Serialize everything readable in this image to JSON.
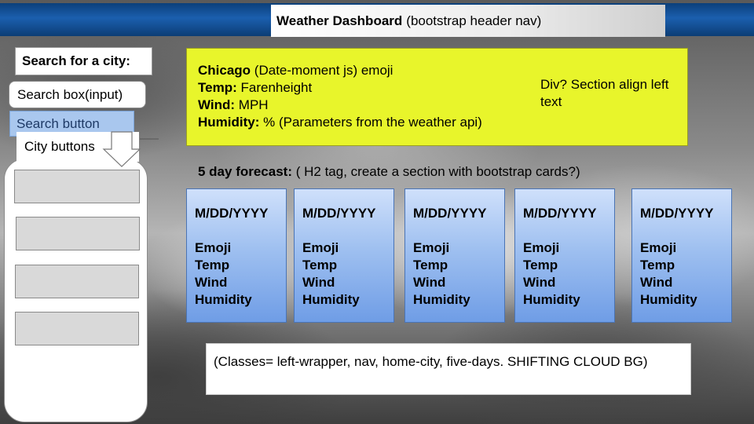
{
  "header": {
    "title_bold": "Weather Dashboard",
    "title_note": "(bootstrap header nav)"
  },
  "left_wrapper": {
    "search_label": "Search for a city:",
    "search_input_text": "Search box(input)",
    "search_button_label": "Search button",
    "city_buttons_label": "City buttons",
    "city_buttons": [
      "",
      "",
      "",
      ""
    ]
  },
  "home_city": {
    "city_bold": "Chicago",
    "city_note": "(Date-moment js) emoji",
    "temp_label": "Temp:",
    "temp_value": "Farenheight",
    "wind_label": "Wind:",
    "wind_value": "MPH",
    "humidity_label": "Humidity:",
    "humidity_value": "% (Parameters from the weather api)",
    "side_note": "Div? Section align left text"
  },
  "forecast": {
    "heading_bold": "5 day forecast:",
    "heading_note": "( H2 tag, create a section with bootstrap cards?)",
    "cards": [
      {
        "date": "M/DD/YYYY",
        "emoji": "Emoji",
        "temp": "Temp",
        "wind": "Wind",
        "humidity": "Humidity"
      },
      {
        "date": "M/DD/YYYY",
        "emoji": "Emoji",
        "temp": "Temp",
        "wind": "Wind",
        "humidity": "Humidity"
      },
      {
        "date": "M/DD/YYYY",
        "emoji": "Emoji",
        "temp": "Temp",
        "wind": "Wind",
        "humidity": "Humidity"
      },
      {
        "date": "M/DD/YYYY",
        "emoji": "Emoji",
        "temp": "Temp",
        "wind": "Wind",
        "humidity": "Humidity"
      },
      {
        "date": "M/DD/YYYY",
        "emoji": "Emoji",
        "temp": "Temp",
        "wind": "Wind",
        "humidity": "Humidity"
      }
    ]
  },
  "classes_note": "(Classes= left-wrapper, nav, home-city, five-days. SHIFTING CLOUD BG)",
  "colors": {
    "header_blue": "#1b5fae",
    "home_city_yellow": "#e8f52b",
    "card_blue": "#6f9de6",
    "search_button_blue": "#a9c7ee"
  }
}
